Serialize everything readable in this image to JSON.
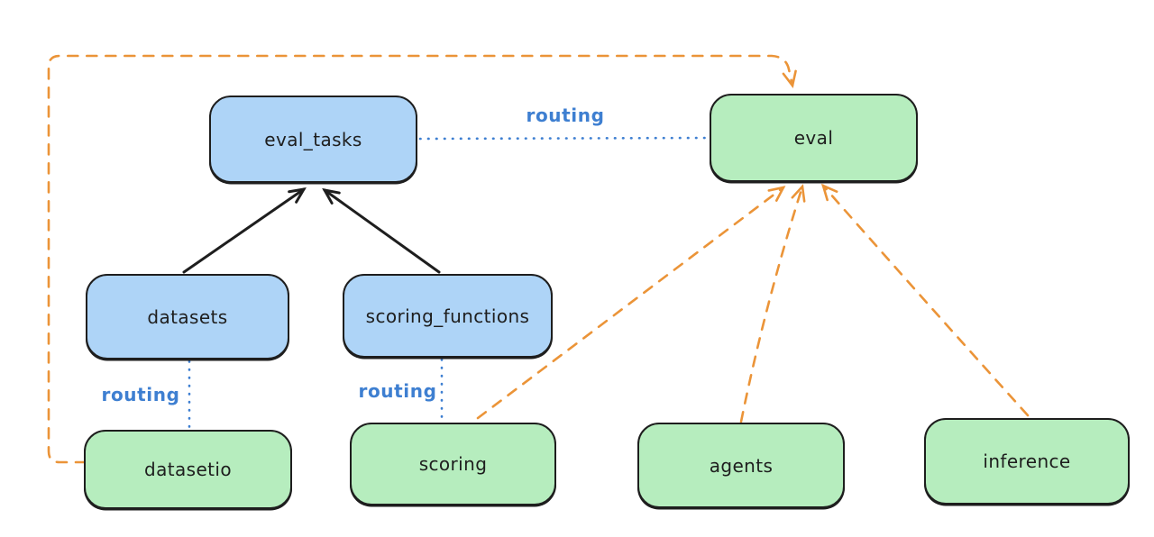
{
  "diagram": {
    "nodes": {
      "eval_tasks": {
        "label": "eval_tasks"
      },
      "eval": {
        "label": "eval"
      },
      "datasets": {
        "label": "datasets"
      },
      "scoring_functions": {
        "label": "scoring_functions"
      },
      "datasetio": {
        "label": "datasetio"
      },
      "scoring": {
        "label": "scoring"
      },
      "agents": {
        "label": "agents"
      },
      "inference": {
        "label": "inference"
      }
    },
    "edge_labels": {
      "eval_tasks_to_eval": "routing",
      "datasets_to_datasetio": "routing",
      "scoring_functions_to_scoring": "routing"
    }
  },
  "colors": {
    "background": "#ffffff",
    "node-blue-fill": "#aed4f7",
    "node-green-fill": "#b6edbe",
    "node-border": "#1e1e1e",
    "arrow-black": "#1e1e1e",
    "routing-blue": "#3e7fd1",
    "provider-orange": "#eb9438"
  }
}
